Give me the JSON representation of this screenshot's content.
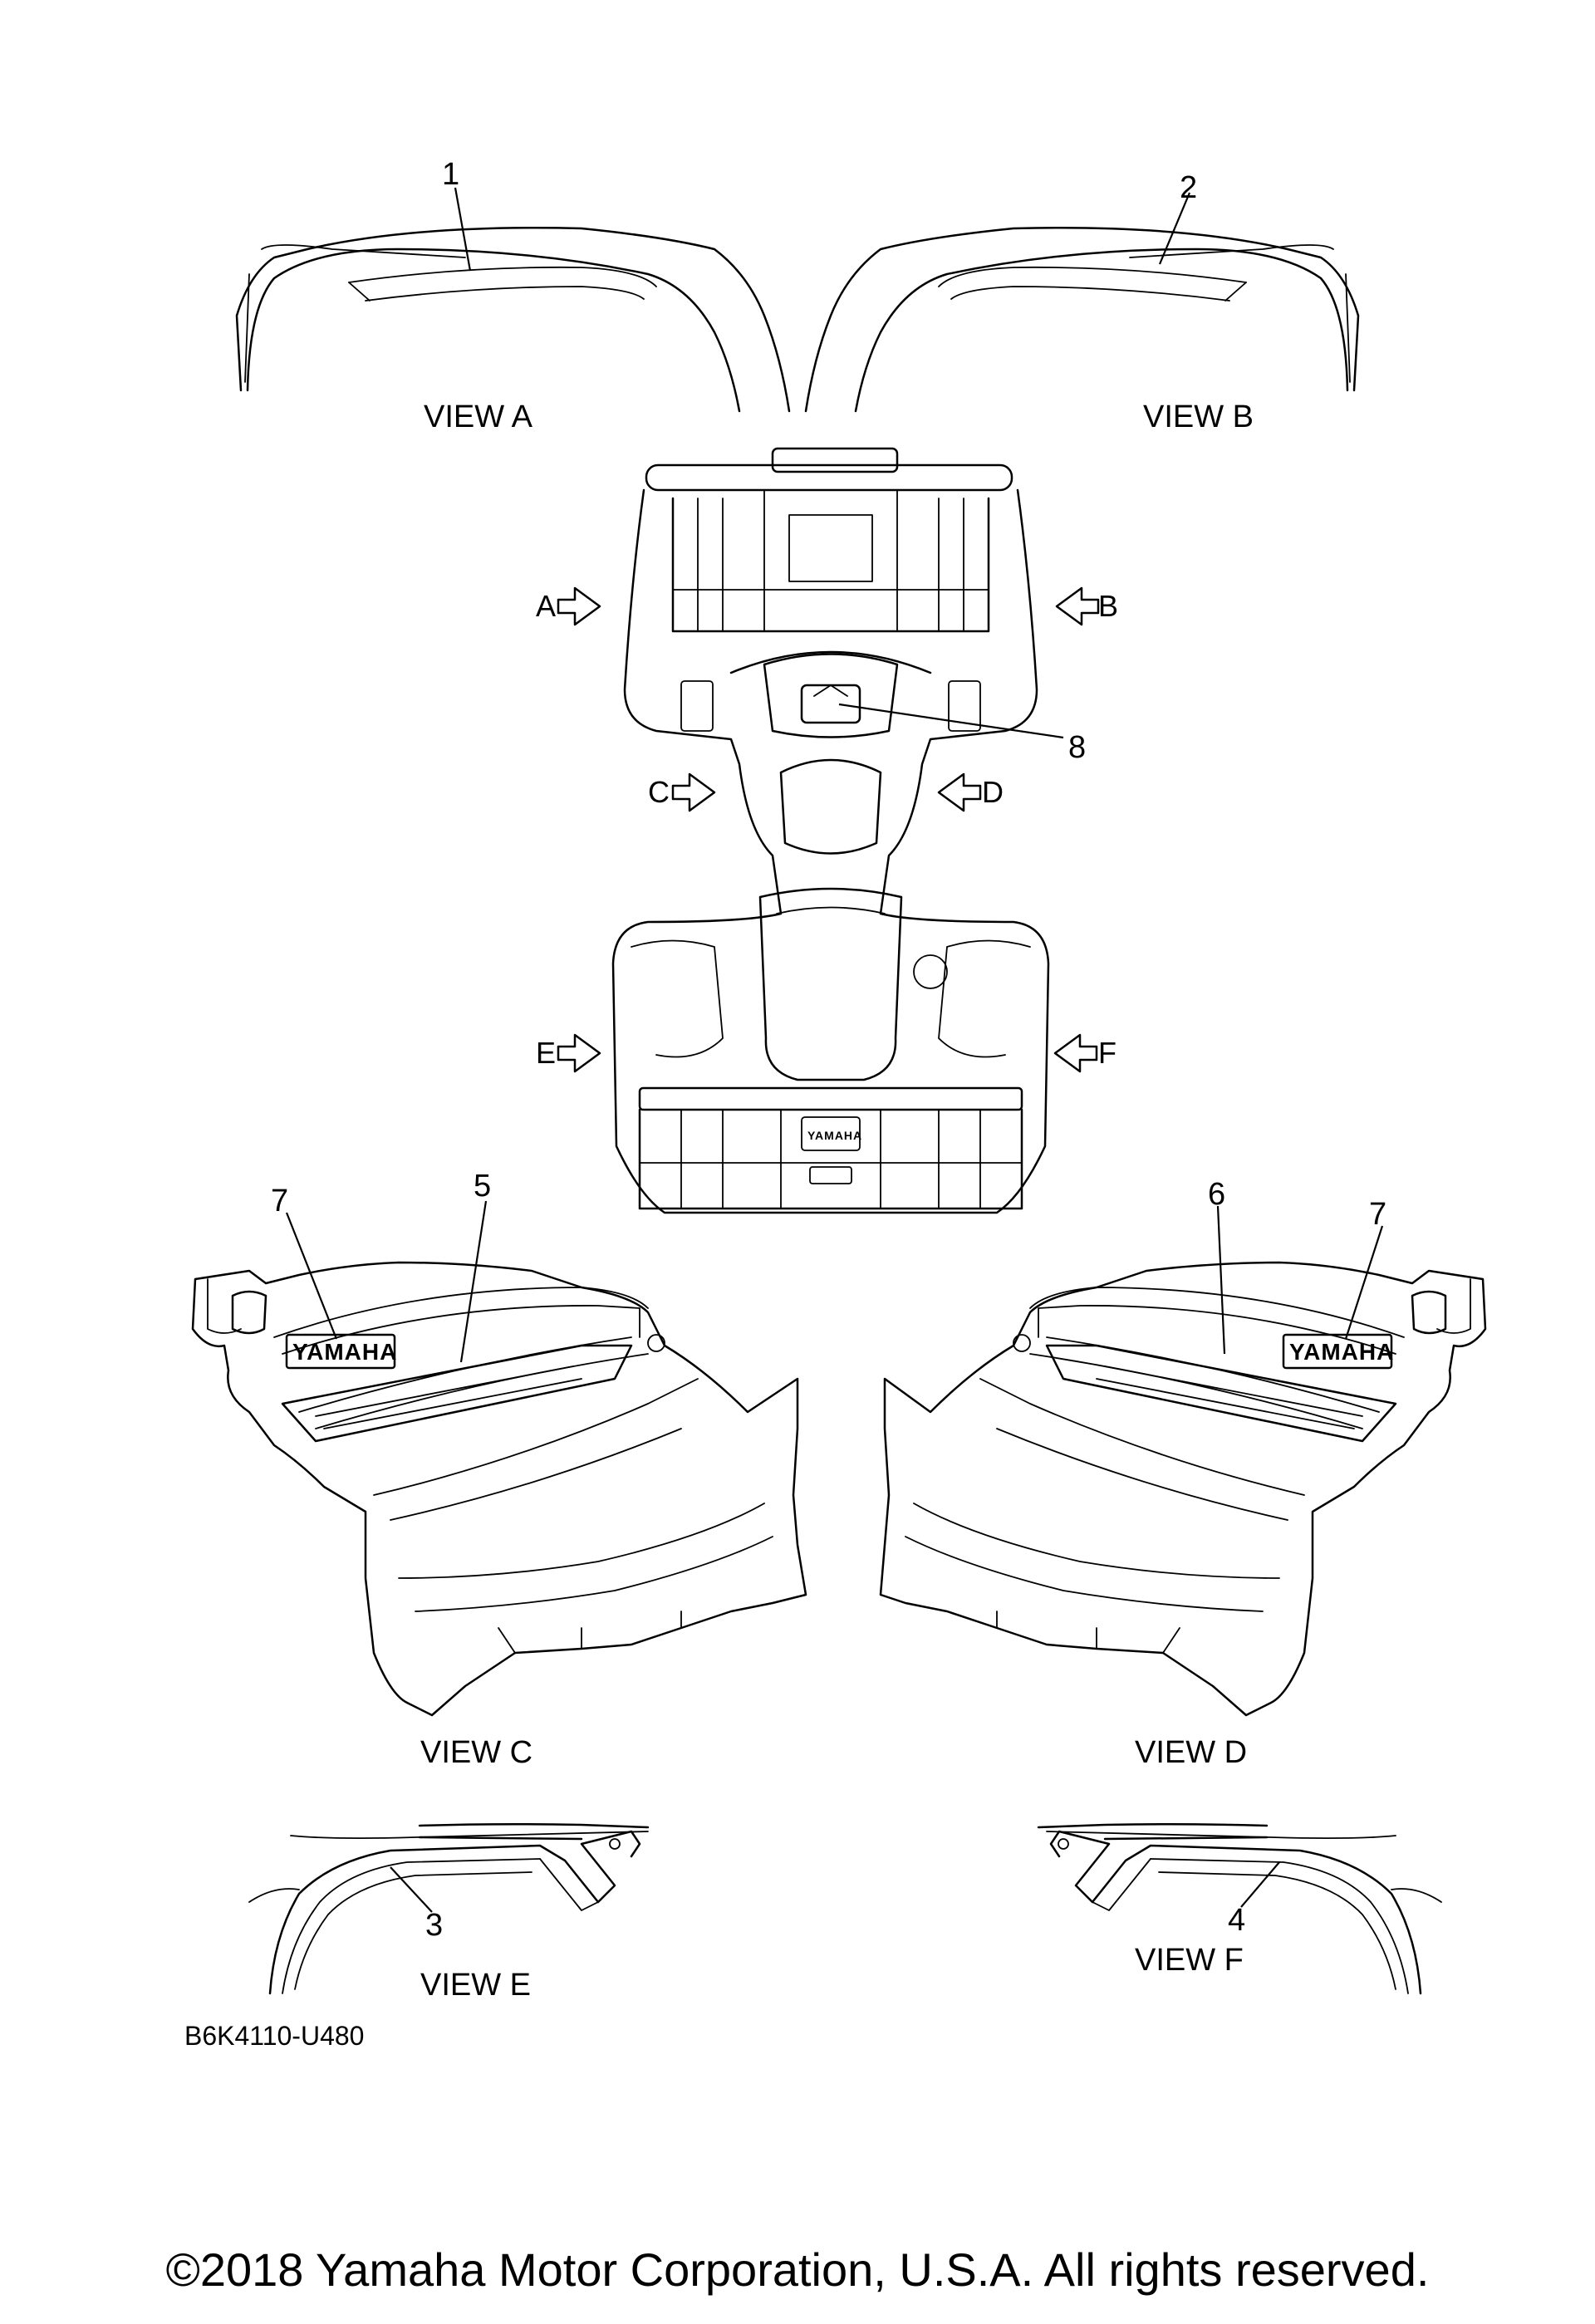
{
  "views": {
    "a": "VIEW A",
    "b": "VIEW B",
    "c": "VIEW C",
    "d": "VIEW D",
    "e": "VIEW E",
    "f": "VIEW F"
  },
  "view_arrows": {
    "a": "A",
    "b": "B",
    "c": "C",
    "d": "D",
    "e": "E",
    "f": "F"
  },
  "callouts": {
    "c1": "1",
    "c2": "2",
    "c3": "3",
    "c4": "4",
    "c5": "5",
    "c6": "6",
    "c7_left": "7",
    "c7_right": "7",
    "c8": "8"
  },
  "decals": {
    "brand_left": "YAMAHA",
    "brand_right": "YAMAHA",
    "brand_rear": "YAMAHA"
  },
  "diagram_code": "B6K4110-U480",
  "copyright": "©2018 Yamaha Motor Corporation, U.S.A. All rights reserved."
}
